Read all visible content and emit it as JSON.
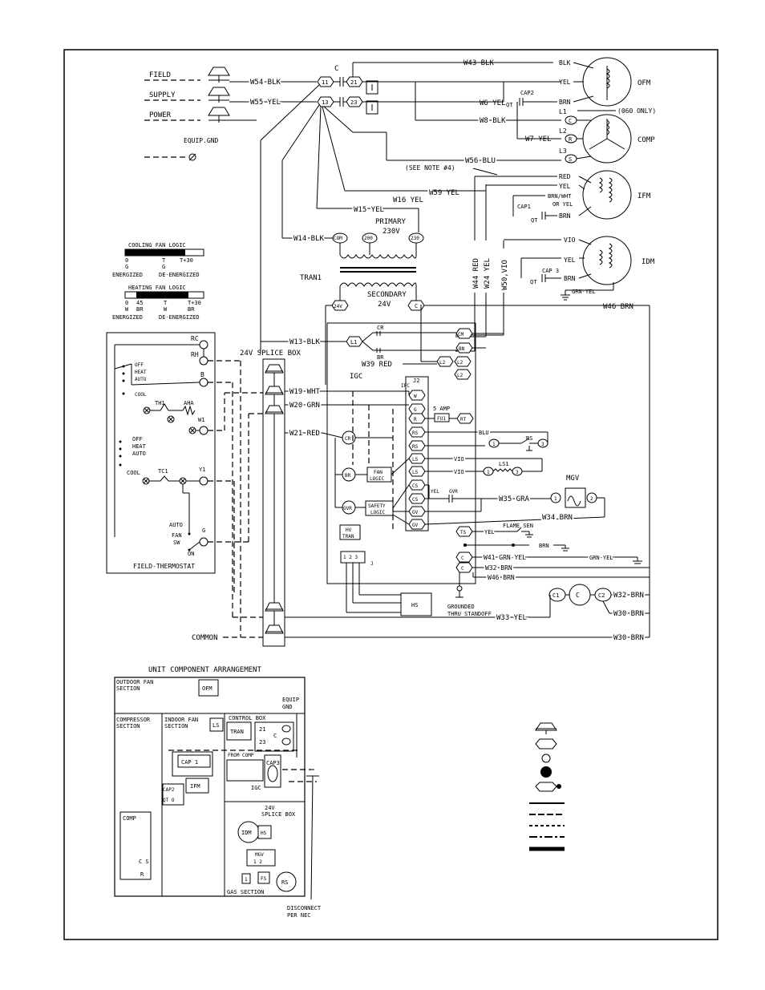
{
  "supply": {
    "field": "FIELD",
    "supply": "SUPPLY",
    "power": "POWER",
    "equip_gnd": "EQUIP.GND",
    "w54": "W54 BLK",
    "w55": "W55 YEL"
  },
  "contactor": {
    "label": "C",
    "t11": "11",
    "t13": "13",
    "t21": "21",
    "t23": "23"
  },
  "wires_top": {
    "w43": "W43 BLK",
    "w6": "W6 YEL",
    "w8": "W8 BLK",
    "w7": "W7 YEL",
    "w56": "W56 BLU",
    "note4": "(SEE NOTE #4)",
    "w59": "W59 YEL",
    "w16": "W16 YEL",
    "w15": "W15 YEL",
    "w14": "W14 BLK",
    "w44": "W44 RED",
    "w24": "W24 YEL",
    "w50": "W50,VIO",
    "w46a": "W46 BRN"
  },
  "motors": {
    "ofm": "OFM",
    "comp": "COMP",
    "ifm": "IFM",
    "idm": "IDM",
    "blk": "BLK",
    "yel": "YEL",
    "brn": "BRN",
    "cap2": "CAP2",
    "qt": "QT",
    "l1": "L1",
    "l2": "L2",
    "l3": "L3",
    "only060": "(060 ONLY)",
    "red": "RED",
    "brn_wht": "BRN/WHT",
    "or_yel": "OR YEL",
    "cap1": "CAP1",
    "vio": "VIO",
    "cap3": "CAP 3",
    "grn_yel": "GRN-YEL",
    "term_c": "C",
    "term_r": "R",
    "term_s": "S"
  },
  "transformer": {
    "primary": "PRIMARY",
    "v230": "230V",
    "tran1": "TRAN1",
    "secondary": "SECONDARY",
    "v24": "24V",
    "com": "COM",
    "t200": "200",
    "t230": "230",
    "t24v": "24V",
    "tc": "C"
  },
  "fan_logic": {
    "cooling_title": "COOLING FAN LOGIC",
    "cooling_0": "0",
    "cooling_g": "G",
    "cooling_t": "T",
    "cooling_g2": "G",
    "cooling_t30": "T+30",
    "cooling_energized": "ENERGIZED",
    "cooling_deenergized": "DE-ENERGIZED",
    "heating_title": "HEATING FAN LOGIC",
    "heating_0": "0",
    "heating_45": "45",
    "heating_t": "T",
    "heating_t30": "T+30",
    "heating_w": "W",
    "heating_br": "BR",
    "heating_w2": "W",
    "heating_br2": "BR",
    "heating_energized": "ENERGIZED",
    "heating_deenergized": "DE-ENERGIZED"
  },
  "thermostat": {
    "title": "FIELD-THERMOSTAT",
    "rc": "RC",
    "rh": "RH",
    "b": "B",
    "off": "OFF",
    "heat": "HEAT",
    "auto": "AUTO",
    "cool": "COOL",
    "th1": "TH1",
    "aha": "AHA",
    "w1": "W1",
    "off2": "OFF",
    "heat2": "HEAT",
    "auto2": "AUTO",
    "cool2": "COOL",
    "tc1": "TC1",
    "y1": "Y1",
    "auto3": "AUTO",
    "fan": "FAN",
    "sw": "SW",
    "on": "ON",
    "g": "G"
  },
  "splice": {
    "title": "24V SPLICE BOX",
    "w13": "W13 BLK",
    "w19": "W19 WHT",
    "w20": "W20 GRN",
    "w21": "W21 RED",
    "common": "COMMON"
  },
  "igc": {
    "label": "IGC",
    "cr": "CR",
    "br": "BR",
    "cm": "CM",
    "bn": "BN",
    "l1": "L1",
    "l2a": "L2",
    "l2b": "L2",
    "l2c": "L2",
    "w39": "W39 RED",
    "j2": "J2",
    "ifc": "IFC",
    "w": "W",
    "g": "G",
    "r": "R",
    "amp": "5 AMP",
    "fu1": "FU1",
    "rt": "RT",
    "rs": "RS",
    "ls": "LS",
    "ls2": "LS",
    "cs": "CS",
    "cs2": "CS",
    "gv": "GV",
    "gv2": "GV",
    "cr_circle": "CR",
    "br_circle": "BR",
    "gvr_circle": "GVR",
    "fan_logic": "FAN",
    "fan_logic2": "LOGIC",
    "safety": "SAFETY",
    "safety2": "LOGIC",
    "hv": "HV",
    "tran": "TRAN",
    "yel": "YEL",
    "gvr": "GVR",
    "j1": "J",
    "j1_nums": "1 2 3"
  },
  "gas": {
    "blu": "BLU",
    "rs": "RS",
    "vio": "VIO",
    "ls1": "LS1",
    "mgv": "MGV",
    "w35": "W35 GRA",
    "w34": "W34 BRN",
    "ts": "TS",
    "flame_sen": "FLAME SEN",
    "yel": "YEL",
    "brn": "BRN",
    "w41": "W41 GRN-YEL",
    "grn_yel": "GRN-YEL",
    "w32": "W32 BRN",
    "w46": "W46 BRN",
    "hs": "HS",
    "grounded": "GROUNDED",
    "standoff": "THRU STANDOFF",
    "w33": "W33 YEL",
    "c1": "C1",
    "c2": "C2",
    "c": "C",
    "w32b": "W32 BRN",
    "w30": "W30 BRN",
    "w30b": "W30 BRN",
    "n1": "1",
    "n2": "2",
    "n3": "3"
  },
  "arrangement": {
    "title": "UNIT COMPONENT ARRANGEMENT",
    "outdoor_fan": "OUTDOOR FAN",
    "section": "SECTION",
    "ofm": "OFM",
    "equip": "EQUIP",
    "gnd": "GND",
    "compressor": "COMPRESSOR",
    "section2": "SECTION",
    "indoor_fan": "INDOOR FAN",
    "section3": "SECTION",
    "ls": "LS",
    "control_box": "CONTROL BOX",
    "tran": "TRAN",
    "n21": "21",
    "n23": "23",
    "c": "C",
    "cap1": "CAP 1",
    "ifm": "IFM",
    "from_comp": "FROM COMP",
    "cap3": "CAP3",
    "igc": "IGC",
    "cap2": "CAP2",
    "qt": "QT O",
    "splice": "24V",
    "splice2": "SPLICE BOX",
    "comp": "COMP",
    "c_s": "C  S",
    "r": "R",
    "idm": "IDM",
    "hs": "HS",
    "mgv": "MGV",
    "mgv_nums": "1  2",
    "n1": "1",
    "fs": "FS",
    "rs": "RS",
    "gas_section": "GAS SECTION",
    "disconnect": "DISCONNECT",
    "per_nec": "PER NEC"
  }
}
